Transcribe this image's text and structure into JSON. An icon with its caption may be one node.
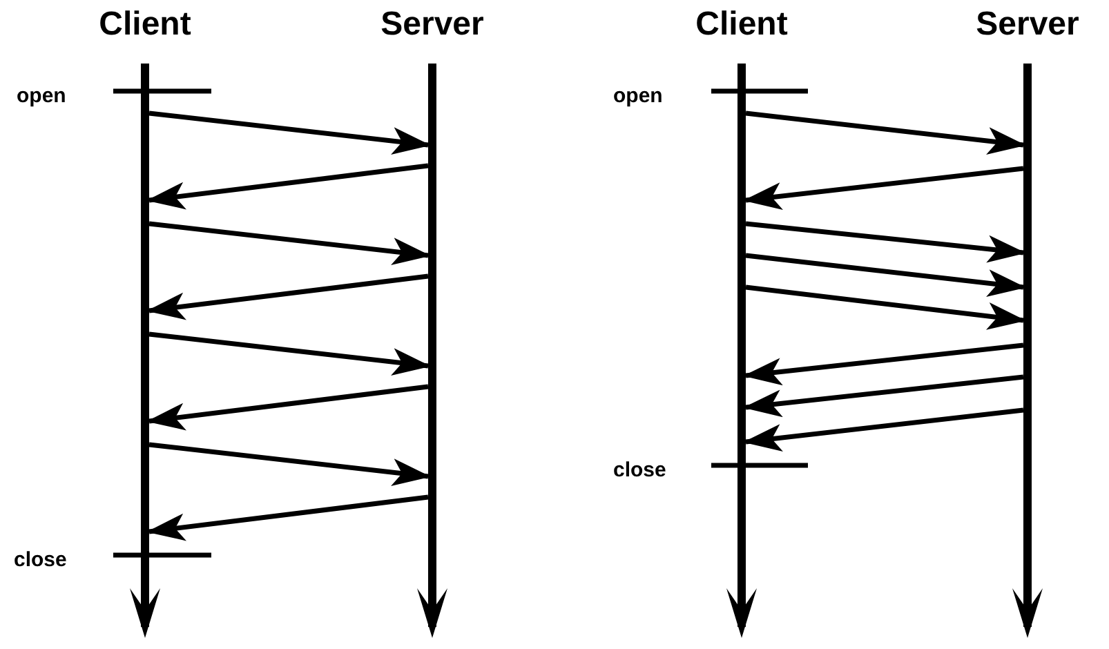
{
  "diagram": {
    "nodes": [
      {
        "text": [
          "Client"
        ]
      },
      {
        "text": [
          "Server"
        ]
      },
      {
        "text": [
          "Client"
        ]
      },
      {
        "text": [
          "Server"
        ]
      }
    ],
    "edges": [
      {
        "from": 0,
        "to": 1,
        "arrow": "to"
      },
      {
        "from": 1,
        "to": 0,
        "arrow": "to"
      },
      {
        "from": 0,
        "to": 1,
        "arrow": "to"
      },
      {
        "from": 1,
        "to": 0,
        "arrow": "to"
      },
      {
        "from": 0,
        "to": 1,
        "arrow": "to"
      },
      {
        "from": 1,
        "to": 0,
        "arrow": "to"
      },
      {
        "from": 0,
        "to": 1,
        "arrow": "to"
      },
      {
        "from": 1,
        "to": 0,
        "arrow": "to"
      },
      {
        "from": 2,
        "to": 3,
        "arrow": "to"
      },
      {
        "from": 3,
        "to": 2,
        "arrow": "to"
      },
      {
        "from": 2,
        "to": 3,
        "arrow": "to"
      },
      {
        "from": 2,
        "to": 3,
        "arrow": "to"
      },
      {
        "from": 2,
        "to": 3,
        "arrow": "to"
      },
      {
        "from": 3,
        "to": 2,
        "arrow": "to"
      },
      {
        "from": 3,
        "to": 2,
        "arrow": "to"
      },
      {
        "from": 3,
        "to": 2,
        "arrow": "to"
      }
    ],
    "labels": [
      "open",
      "close",
      "open",
      "close"
    ]
  }
}
